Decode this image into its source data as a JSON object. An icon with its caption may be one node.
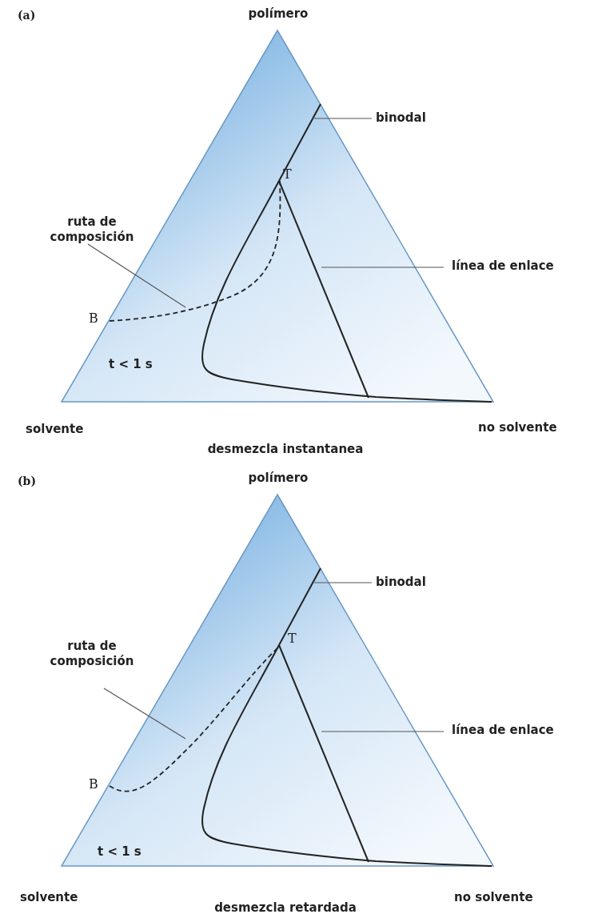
{
  "diagram": {
    "nodes": [
      {
        "text": [
          "binodal"
        ]
      },
      {
        "text": [
          "ruta de composición"
        ]
      },
      {
        "text": [
          "línea de enlace"
        ]
      },
      {
        "text": [
          "binodal"
        ]
      },
      {
        "text": [
          "ruta de composición"
        ]
      },
      {
        "text": [
          "línea de enlace"
        ]
      }
    ],
    "edges": [
      {
        "from": 0,
        "to": null,
        "arrow": "none"
      },
      {
        "from": 1,
        "to": null,
        "arrow": "none"
      },
      {
        "from": 2,
        "to": null,
        "arrow": "none"
      },
      {
        "from": 3,
        "to": null,
        "arrow": "none"
      },
      {
        "from": 4,
        "to": null,
        "arrow": "none"
      },
      {
        "from": 5,
        "to": null,
        "arrow": "none"
      }
    ],
    "labels": [
      "(a)",
      "polímero",
      "T",
      "B",
      "t < 1 s",
      "solvente",
      "no solvente",
      "desmezcla instantanea",
      "(b)",
      "polímero",
      "T",
      "B",
      "t < 1 s",
      "solvente",
      "no solvente",
      "desmezcla retardada"
    ]
  }
}
